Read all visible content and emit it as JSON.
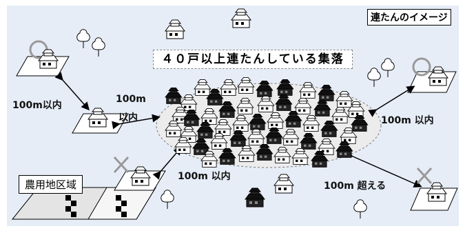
{
  "diagram": {
    "title": "連たんのイメージ",
    "settlement_banner": "４０戸以上連たんしている集落",
    "farm_zone_label": "農用地区域",
    "distance_labels": {
      "left_top": "100m以内",
      "center_left_top": "100m",
      "center_left_bottom": "以内",
      "right_top": "100m 以内",
      "bottom_center": "100m 以内",
      "bottom_right": "100m 超える"
    },
    "marks": {
      "circle": "circle-mark",
      "cross": "cross-mark"
    },
    "colors": {
      "background": "#e6edf7",
      "ellipse": "#ececec",
      "house_white": "#ffffff",
      "house_dark": "#111111",
      "lot": "#ffffff",
      "farm_field": "#e8e8e8"
    }
  }
}
